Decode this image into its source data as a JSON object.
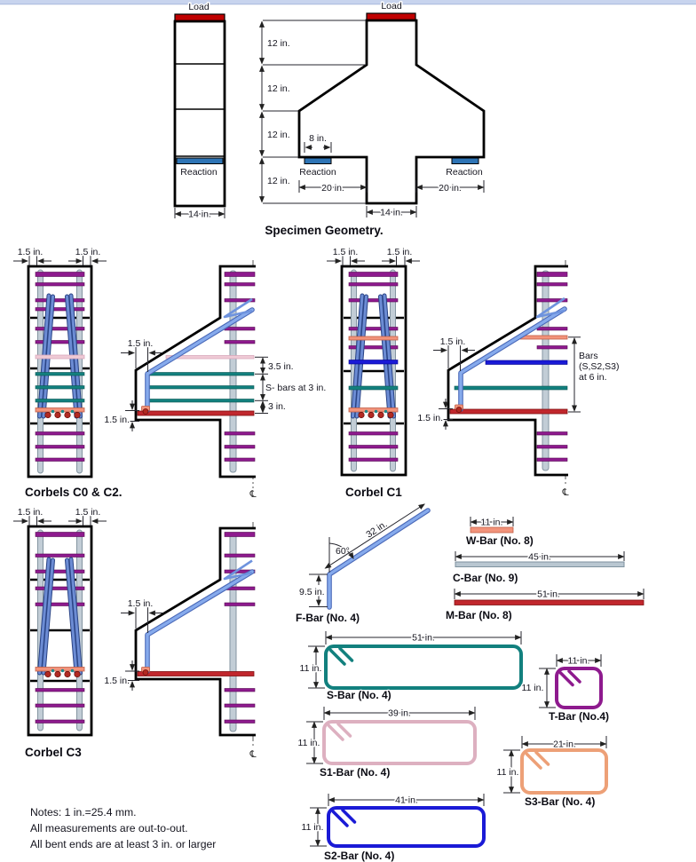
{
  "page": {
    "bg": "#ffffff",
    "top_strip": "#c8d4ee"
  },
  "colors": {
    "load_red": "#C00000",
    "reaction_blue": "#2E74B5",
    "tie_purple": "#8E1A8E",
    "s_bar_teal": "#12807E",
    "s1_bar_pink": "#DDB0C0",
    "s2_bar_blue": "#1A1AD6",
    "s3_bar_orange": "#EDA077",
    "w_bar_salmon": "#F2937B",
    "m_bar_red": "#C1272D",
    "c_bar_gray": "#B9C7D1",
    "f_bar_blue": "#86AAEC",
    "column_bar_gray": "#C2CDD6"
  },
  "sg": {
    "caption": "Specimen Geometry.",
    "load": "Load",
    "reaction": "Reaction",
    "w14": "14 in.",
    "h12": "12 in.",
    "p8": "8 in.",
    "l20": "20 in."
  },
  "corbels": {
    "cover": "1.5 in.",
    "cl": "℄",
    "c0": {
      "caption": "Corbels C0 & C2.",
      "d35": "3.5 in.",
      "sbars": "S- bars at 3 in.",
      "d3": "3 in."
    },
    "c1": {
      "caption": "Corbel C1",
      "bars1": "Bars",
      "bars2": "(S,S2,S3)",
      "bars3": "at 6 in."
    },
    "c3": {
      "caption": "Corbel C3"
    }
  },
  "bars": {
    "f": {
      "label": "F-Bar (No. 4)",
      "angle": "60°",
      "diag": "32 in.",
      "leg": "9.5 in."
    },
    "w": {
      "label": "W-Bar (No. 8)",
      "len": "11 in."
    },
    "c": {
      "label": "C-Bar (No. 9)",
      "len": "45 in."
    },
    "m": {
      "label": "M-Bar (No. 8)",
      "len": "51 in."
    },
    "s": {
      "label": "S-Bar (No. 4)",
      "len": "51 in.",
      "ht": "11 in."
    },
    "t": {
      "label": "T-Bar (No.4)",
      "len": "11 in.",
      "ht": "11 in."
    },
    "s1": {
      "label": "S1-Bar (No. 4)",
      "len": "39 in.",
      "ht": "11 in."
    },
    "s2": {
      "label": "S2-Bar (No. 4)",
      "len": "41 in.",
      "ht": "11 in."
    },
    "s3": {
      "label": "S3-Bar (No. 4)",
      "len": "21 in.",
      "ht": "11 in."
    }
  },
  "notes": {
    "l1": "Notes: 1 in.=25.4 mm.",
    "l2": "All measurements are out-to-out.",
    "l3": "All bent ends are at least 3 in. or larger"
  }
}
